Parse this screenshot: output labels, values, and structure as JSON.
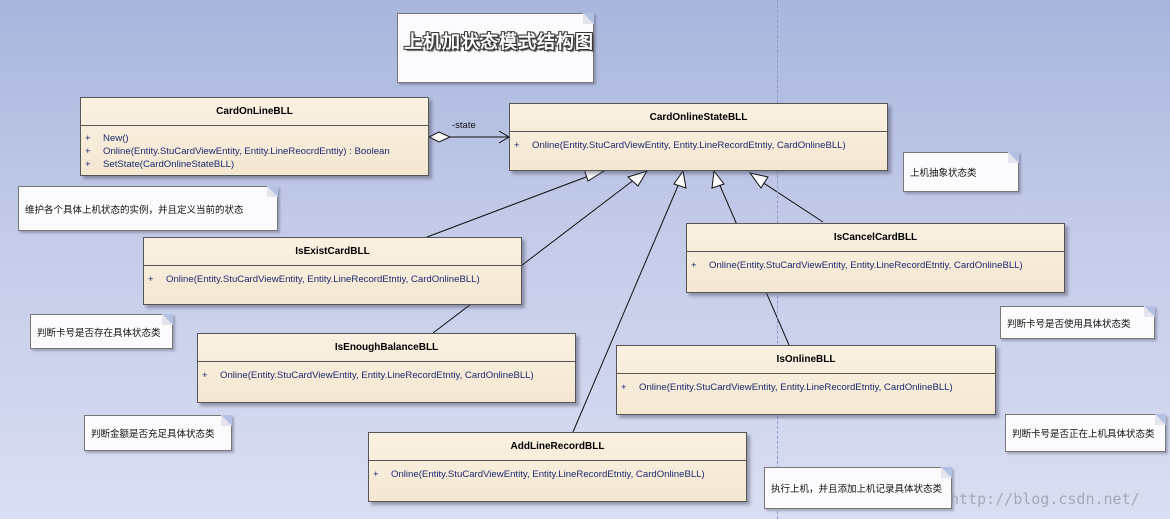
{
  "title_note": "上机加状态模式结构图",
  "classes": {
    "card_online": {
      "name": "CardOnLineBLL",
      "operations": [
        {
          "vis": "+",
          "text": "New()"
        },
        {
          "vis": "+",
          "text": "Online(Entity.StuCardViewEntity, Entity.LineReocrdEnttiy) : Boolean"
        },
        {
          "vis": "+",
          "text": "SetState(CardOnlineStateBLL)"
        }
      ]
    },
    "state": {
      "name": "CardOnlineStateBLL",
      "operations": [
        {
          "vis": "+",
          "text": "Online(Entity.StuCardViewEntity, Entity.LineRecordEtntiy, CardOnlineBLL)"
        }
      ]
    },
    "is_exist": {
      "name": "IsExistCardBLL",
      "operations": [
        {
          "vis": "+",
          "text": "Online(Entity.StuCardViewEntity, Entity.LineRecordEtntiy, CardOnlineBLL)"
        }
      ]
    },
    "is_cancel": {
      "name": "IsCancelCardBLL",
      "operations": [
        {
          "vis": "+",
          "text": "Online(Entity.StuCardViewEntity, Entity.LineRecordEtntiy, CardOnlineBLL)"
        }
      ]
    },
    "is_enough": {
      "name": "IsEnoughBalanceBLL",
      "operations": [
        {
          "vis": "+",
          "text": "Online(Entity.StuCardViewEntity, Entity.LineRecordEtntiy, CardOnlineBLL)"
        }
      ]
    },
    "is_online": {
      "name": "IsOnlineBLL",
      "operations": [
        {
          "vis": "+",
          "text": "Online(Entity.StuCardViewEntity, Entity.LineRecordEtntiy, CardOnlineBLL)"
        }
      ]
    },
    "add_line": {
      "name": "AddLineRecordBLL",
      "operations": [
        {
          "vis": "+",
          "text": "Online(Entity.StuCardViewEntity, Entity.LineRecordEtntiy, CardOnlineBLL)"
        }
      ]
    }
  },
  "association_label": "-state",
  "notes": {
    "abstract": "上机抽象状态类",
    "context": "维护各个具体上机状态的实例，并且定义当前的状态",
    "exist": "判断卡号是否存在具体状态类",
    "cancel": "判断卡号是否使用具体状态类",
    "enough": "判断金额是否充足具体状态类",
    "online": "判断卡号是否正在上机具体状态类",
    "add_line": "执行上机，并且添加上机记录具体状态类"
  },
  "watermark": "http://blog.csdn.net/"
}
